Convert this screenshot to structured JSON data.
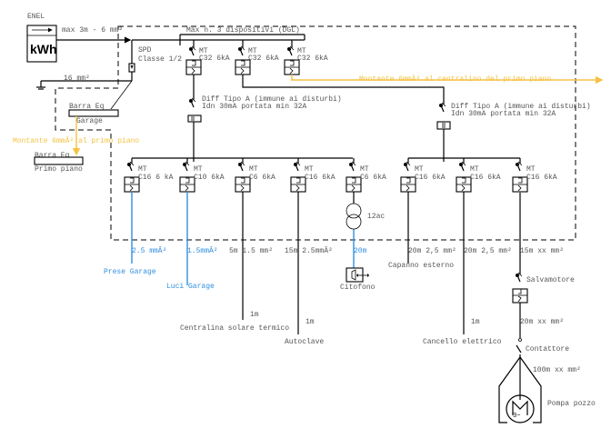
{
  "meter": {
    "supplier": "ENEL",
    "label": "kWh",
    "cable": "max 3m - 6 mm²"
  },
  "earth": {
    "cable": "16 mm²"
  },
  "spd": {
    "line1": "SPD",
    "line2": "Classe 1/2"
  },
  "dgl": {
    "note": "Max n. 3 dispositivi (DGL)"
  },
  "main_breakers": [
    {
      "type": "MT",
      "rating": "C32 6kA"
    },
    {
      "type": "MT",
      "rating": "C32 6kA"
    },
    {
      "type": "MT",
      "rating": "C32 6kA"
    }
  ],
  "riser_first_floor_panel": "Montante 6mmÂ² al centralino del primo piano",
  "differentials": [
    {
      "line1": "Diff Tipo A (immune ai disturbi)",
      "line2": "Idn 30mA portata min 32A"
    },
    {
      "line1": "Diff Tipo A (immune ai disturbi)",
      "line2": "Idn 30mA portata min 32A"
    }
  ],
  "bonding_bars": [
    {
      "title": "Barra Eq",
      "location": "Garage"
    },
    {
      "title": "Barra Eq",
      "location": "Primo piano"
    }
  ],
  "riser_first_floor": "Montante 6mmÂ² al primo piano",
  "circuits": [
    {
      "type": "MT",
      "rating": "C16 6 kA",
      "cable": "2.5 mmÂ²",
      "load": "Prese Garage",
      "color": "#2f8ee0"
    },
    {
      "type": "MT",
      "rating": "C10 6kA",
      "cable": "1.5mmÂ²",
      "load": "Luci Garage",
      "color": "#2f8ee0"
    },
    {
      "type": "MT",
      "rating": "C6 6kA",
      "cable": "5m 1.5 mm²",
      "length": "1m",
      "load": "Centralina solare termico",
      "color": "#000000"
    },
    {
      "type": "MT",
      "rating": "C16 6kA",
      "cable": "15m 2.5mmÂ²",
      "length": "1m",
      "load": "Autoclave",
      "color": "#000000"
    },
    {
      "type": "MT",
      "rating": "C6 6kA",
      "transformer": "12ac",
      "cable": "20m",
      "load": "Citofono",
      "color": "#2f8ee0"
    },
    {
      "type": "MT",
      "rating": "C16 6kA",
      "cable": "20m 2,5 mm²",
      "load": "Capanno esterno",
      "color": "#000000"
    },
    {
      "type": "MT",
      "rating": "C16 6kA",
      "cable": "20m 2,5 mm²",
      "length": "1m",
      "load": "Cancello elettrico",
      "color": "#000000"
    },
    {
      "type": "MT",
      "rating": "C16 6kA",
      "cable": "15m xx mm²",
      "load": "",
      "color": "#000000"
    }
  ],
  "pump": {
    "protection": "Salvamotore",
    "cable1": "20m xx mm²",
    "contactor": "Contattore",
    "cable2": "100m xx mm²",
    "motor_symbol": "3~",
    "load": "Pompa pozzo"
  }
}
